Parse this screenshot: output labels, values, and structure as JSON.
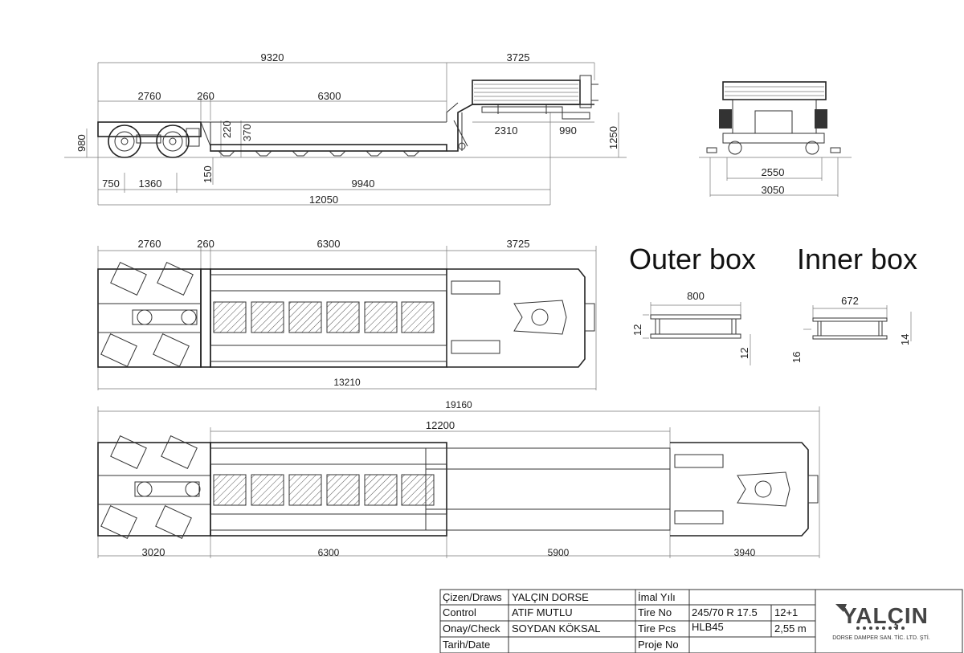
{
  "side_view": {
    "dims": [
      "9320",
      "3725",
      "2760",
      "260",
      "6300",
      "220",
      "370",
      "2310",
      "990",
      "980",
      "1250",
      "750",
      "1360",
      "150",
      "9940",
      "12050"
    ]
  },
  "rear_view": {
    "dims": [
      "2550",
      "3050"
    ]
  },
  "top_view": {
    "dims": [
      "2760",
      "260",
      "6300",
      "3725",
      "13210"
    ]
  },
  "extended_view": {
    "dims": [
      "19160",
      "12200",
      "3020",
      "6300",
      "5900",
      "3940"
    ]
  },
  "sections": {
    "outer_title": "Outer box",
    "inner_title": "Inner box",
    "outer_dims": [
      "800",
      "12",
      "12"
    ],
    "inner_dims": [
      "672",
      "16",
      "14"
    ]
  },
  "title_block": {
    "labels": [
      "Çizen/Draws",
      "Control",
      "Onay/Check",
      "Tarih/Date"
    ],
    "values": [
      "YALÇIN DORSE",
      "ATIF MUTLU",
      "SOYDAN KÖKSAL",
      ""
    ],
    "labels2": [
      "İmal Yılı",
      "Tire No",
      "Tire Pcs",
      "Proje No"
    ],
    "tire_no": "245/70  R 17.5",
    "tire_count": "12+1",
    "model": "HLB45",
    "width": "2,55 m",
    "logo_text": "YALÇIN",
    "company": "DORSE DAMPER SAN. TİC. LTD. ŞTİ."
  }
}
